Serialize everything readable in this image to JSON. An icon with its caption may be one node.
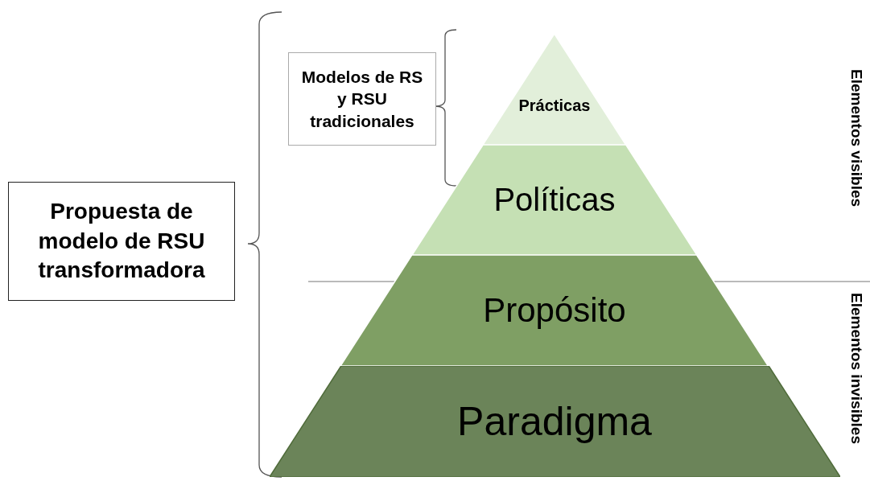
{
  "diagram": {
    "nodes": [
      {
        "text": [
          "Propuesta de modelo de RSU transformadora"
        ]
      },
      {
        "text": [
          "Modelos de RS y RSU tradicionales"
        ]
      },
      {
        "text": [
          "Prácticas"
        ]
      },
      {
        "text": [
          "Políticas"
        ]
      },
      {
        "text": [
          "Propósito"
        ]
      },
      {
        "text": [
          "Paradigma"
        ]
      }
    ],
    "edges": [],
    "labels": [
      "Elementos visibles",
      "Elementos invisibles"
    ]
  }
}
